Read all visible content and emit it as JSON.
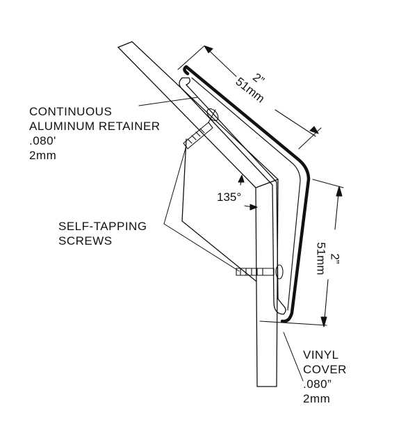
{
  "labels": {
    "retainer": {
      "line1": "CONTINUOUS",
      "line2": "ALUMINUM RETAINER",
      "line3": ".080'",
      "line4": "2mm"
    },
    "screws": {
      "line1": "SELF-TAPPING",
      "line2": "SCREWS"
    },
    "vinyl": {
      "line1": "VINYL",
      "line2": "COVER",
      "line3": ".080”",
      "line4": "2mm"
    }
  },
  "dimensions": {
    "top_inch": "2”",
    "top_mm": "51mm",
    "side_inch": "2”",
    "side_mm": "51mm",
    "angle": "135°"
  }
}
